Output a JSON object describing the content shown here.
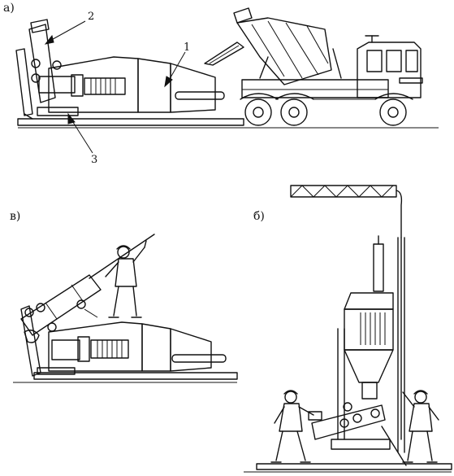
{
  "panels": {
    "a": {
      "label": "а)"
    },
    "b": {
      "label": "б)"
    },
    "v": {
      "label": "в)"
    }
  },
  "callouts": [
    {
      "id": "1",
      "text": "1"
    },
    {
      "id": "2",
      "text": "2"
    },
    {
      "id": "3",
      "text": "3"
    }
  ],
  "colors": {
    "ink": "#111111",
    "paper": "#ffffff"
  }
}
